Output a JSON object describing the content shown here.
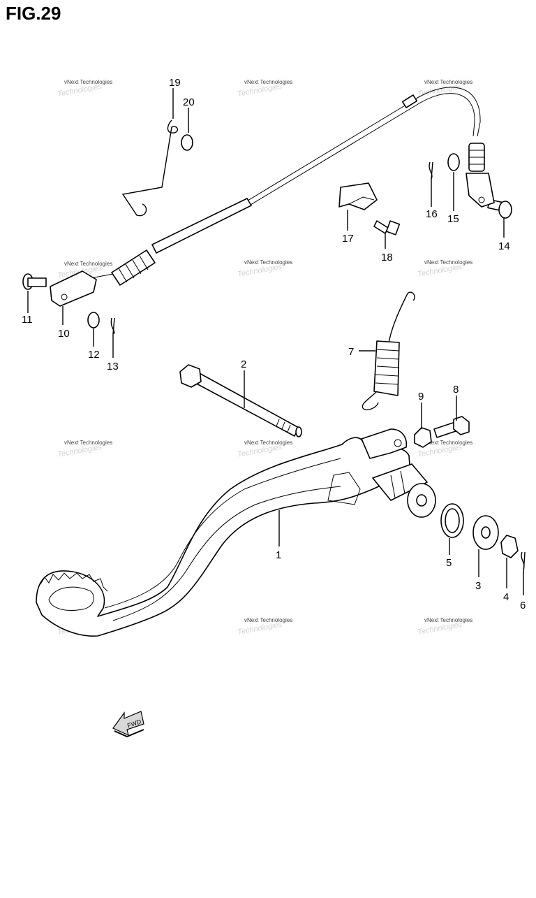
{
  "figure": {
    "title": "FIG.29"
  },
  "watermark": {
    "line1": "vNext Technologies",
    "line2": "Technologies"
  },
  "fwd_arrow": {
    "label": "FWD"
  },
  "callouts": [
    "1",
    "2",
    "3",
    "4",
    "5",
    "6",
    "7",
    "8",
    "9",
    "10",
    "11",
    "12",
    "13",
    "14",
    "15",
    "16",
    "17",
    "18",
    "19",
    "20"
  ]
}
